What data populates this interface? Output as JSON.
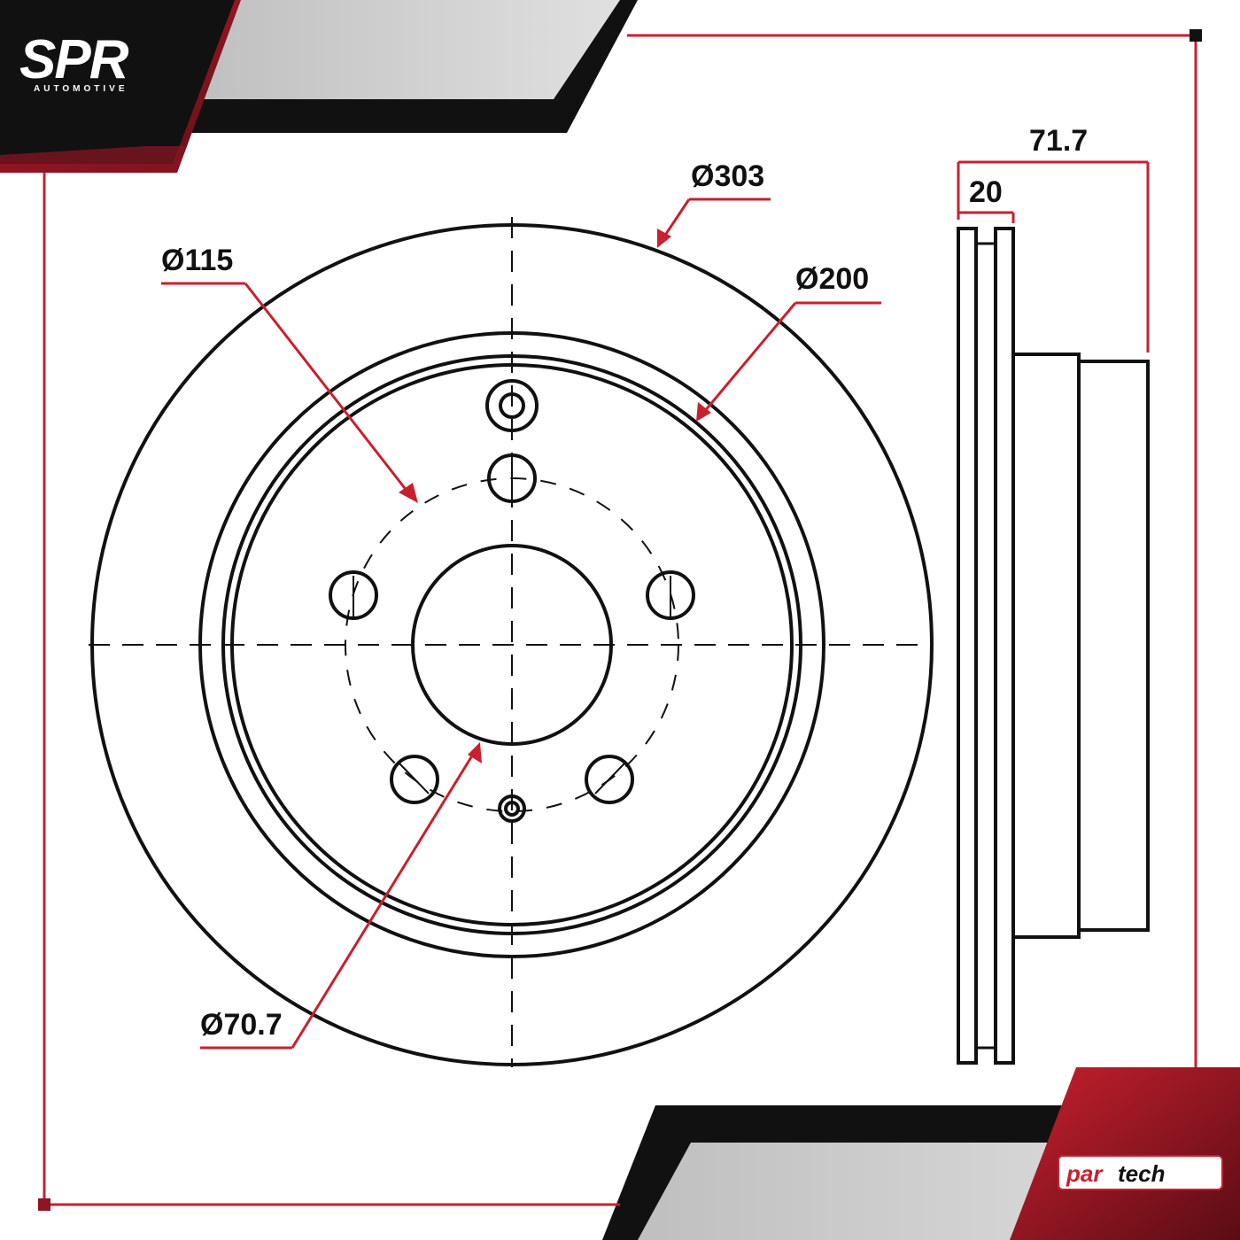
{
  "brand": {
    "logo_text": "SPR",
    "logo_subtext": "AUTOMOTIVE",
    "badge_text_1": "par",
    "badge_text_2": "tech",
    "colors": {
      "accent_red": "#c8202e",
      "dark": "#111111",
      "grey": "#d4d4d4"
    }
  },
  "diagram": {
    "labels": {
      "outer_diameter": "Ø303",
      "bolt_circle": "Ø115",
      "hat_diameter": "Ø200",
      "center_bore": "Ø70.7",
      "overall_height": "71.7",
      "thickness": "20"
    }
  }
}
